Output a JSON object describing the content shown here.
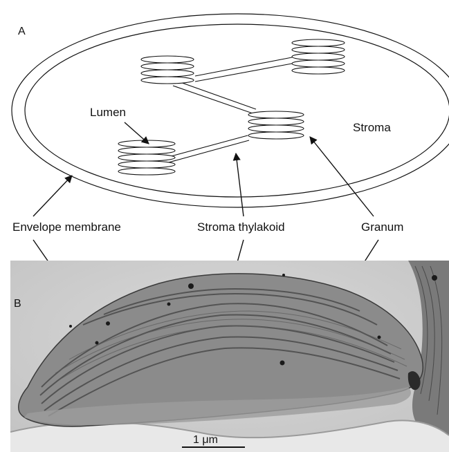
{
  "panels": {
    "a": "A",
    "b": "B"
  },
  "labels": {
    "lumen": "Lumen",
    "stroma": "Stroma",
    "envelope_membrane": "Envelope membrane",
    "stroma_thylakoid": "Stroma thylakoid",
    "granum": "Granum"
  },
  "scale_bar": {
    "label": "1 μm"
  },
  "colors": {
    "stroke": "#111111",
    "micrograph_background": "#cfcfcf",
    "micrograph_tissue": "#8a8a8a",
    "thylakoid_dark": "#4a4a4a"
  }
}
